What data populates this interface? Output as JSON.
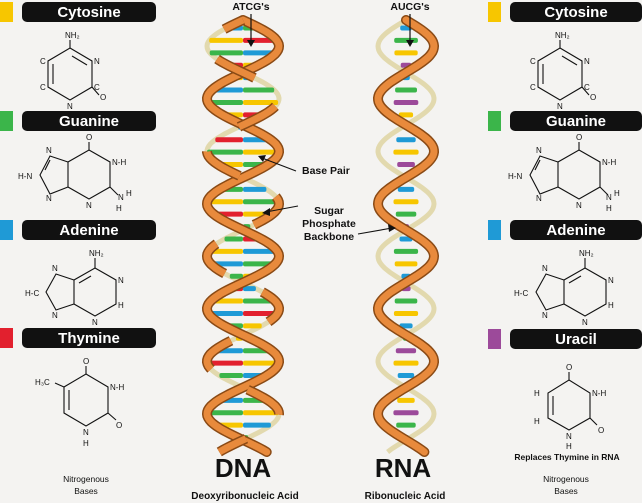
{
  "colors": {
    "cytosine": "#f7c600",
    "guanine": "#3bb54a",
    "adenine": "#1f9ad6",
    "thymine": "#e2202e",
    "uracil": "#9c4a9a",
    "backbone_fill": "#e88a3c",
    "backbone_stroke": "#8a4a15",
    "pill_bg": "#111111"
  },
  "dna_bases": [
    {
      "left": "#1f9ad6",
      "right": "#3bb54a"
    },
    {
      "left": "#f7c600",
      "right": "#e2202e"
    },
    {
      "left": "#3bb54a",
      "right": "#1f9ad6"
    },
    {
      "left": "#e2202e",
      "right": "#f7c600"
    },
    {
      "left": "#f7c600",
      "right": "#1f9ad6"
    },
    {
      "left": "#1f9ad6",
      "right": "#3bb54a"
    },
    {
      "left": "#3bb54a",
      "right": "#f7c600"
    },
    {
      "left": "#f7c600",
      "right": "#e2202e"
    },
    {
      "left": "#1f9ad6",
      "right": "#3bb54a"
    },
    {
      "left": "#e2202e",
      "right": "#1f9ad6"
    },
    {
      "left": "#3bb54a",
      "right": "#f7c600"
    },
    {
      "left": "#f7c600",
      "right": "#3bb54a"
    },
    {
      "left": "#1f9ad6",
      "right": "#e2202e"
    },
    {
      "left": "#3bb54a",
      "right": "#1f9ad6"
    },
    {
      "left": "#f7c600",
      "right": "#3bb54a"
    },
    {
      "left": "#e2202e",
      "right": "#f7c600"
    },
    {
      "left": "#1f9ad6",
      "right": "#3bb54a"
    },
    {
      "left": "#3bb54a",
      "right": "#e2202e"
    },
    {
      "left": "#f7c600",
      "right": "#1f9ad6"
    },
    {
      "left": "#1f9ad6",
      "right": "#3bb54a"
    },
    {
      "left": "#3bb54a",
      "right": "#f7c600"
    },
    {
      "left": "#e2202e",
      "right": "#1f9ad6"
    },
    {
      "left": "#f7c600",
      "right": "#3bb54a"
    },
    {
      "left": "#1f9ad6",
      "right": "#e2202e"
    },
    {
      "left": "#3bb54a",
      "right": "#f7c600"
    },
    {
      "left": "#f7c600",
      "right": "#1f9ad6"
    },
    {
      "left": "#1f9ad6",
      "right": "#3bb54a"
    },
    {
      "left": "#e2202e",
      "right": "#f7c600"
    },
    {
      "left": "#3bb54a",
      "right": "#1f9ad6"
    },
    {
      "left": "#f7c600",
      "right": "#e2202e"
    },
    {
      "left": "#1f9ad6",
      "right": "#3bb54a"
    },
    {
      "left": "#3bb54a",
      "right": "#f7c600"
    },
    {
      "left": "#f7c600",
      "right": "#1f9ad6"
    },
    {
      "left": "#e2202e",
      "right": "#3bb54a"
    }
  ],
  "rna_bases": [
    "#1f9ad6",
    "#3bb54a",
    "#f7c600",
    "#9c4a9a",
    "#1f9ad6",
    "#3bb54a",
    "#9c4a9a",
    "#f7c600",
    "#3bb54a",
    "#1f9ad6",
    "#f7c600",
    "#9c4a9a",
    "#3bb54a",
    "#1f9ad6",
    "#f7c600",
    "#3bb54a",
    "#9c4a9a",
    "#1f9ad6",
    "#3bb54a",
    "#f7c600",
    "#1f9ad6",
    "#9c4a9a",
    "#3bb54a",
    "#f7c600",
    "#1f9ad6",
    "#3bb54a",
    "#9c4a9a",
    "#f7c600",
    "#1f9ad6",
    "#3bb54a",
    "#f7c600",
    "#9c4a9a",
    "#3bb54a",
    "#1f9ad6"
  ],
  "left_panel": {
    "cytosine": {
      "label": "Cytosine",
      "nh2": "NH₂",
      "atoms": [
        "N",
        "N",
        "C",
        "C",
        "C",
        "O"
      ]
    },
    "guanine": {
      "label": "Guanine",
      "o": "O",
      "nh": "N-H",
      "h_n": "H-N",
      "n1": "N",
      "n2": "N",
      "n3": "N",
      "nh2_n": "N",
      "h": "H",
      "h2": "H"
    },
    "adenine": {
      "label": "Adenine",
      "nh2": "NH₂",
      "n1": "N",
      "n2": "N",
      "n3": "N",
      "hc": "H-C",
      "n4": "N",
      "h": "H"
    },
    "thymine": {
      "label": "Thymine",
      "o1": "O",
      "o2": "O",
      "h3c": "H₃C",
      "nh": "N-H",
      "n": "N",
      "h": "H"
    },
    "footer": [
      "Nitrogenous",
      "Bases"
    ]
  },
  "right_panel": {
    "cytosine": {
      "label": "Cytosine",
      "nh2": "NH₂"
    },
    "guanine": {
      "label": "Guanine"
    },
    "adenine": {
      "label": "Adenine",
      "nh2": "NH₂"
    },
    "uracil": {
      "label": "Uracil",
      "o1": "O",
      "o2": "O",
      "nh": "N-H",
      "n": "N",
      "h": "H",
      "h1": "H",
      "h2": "H"
    },
    "note": "Replaces Thymine in RNA",
    "footer": [
      "Nitrogenous",
      "Bases"
    ]
  },
  "dna": {
    "top_label": "ATCG's",
    "title": "DNA",
    "subtitle": "Deoxyribonucleic Acid"
  },
  "rna": {
    "top_label": "AUCG's",
    "title": "RNA",
    "subtitle": "Ribonucleic Acid"
  },
  "annotations": {
    "base_pair": "Base Pair",
    "backbone": [
      "Sugar",
      "Phosphate",
      "Backbone"
    ]
  }
}
